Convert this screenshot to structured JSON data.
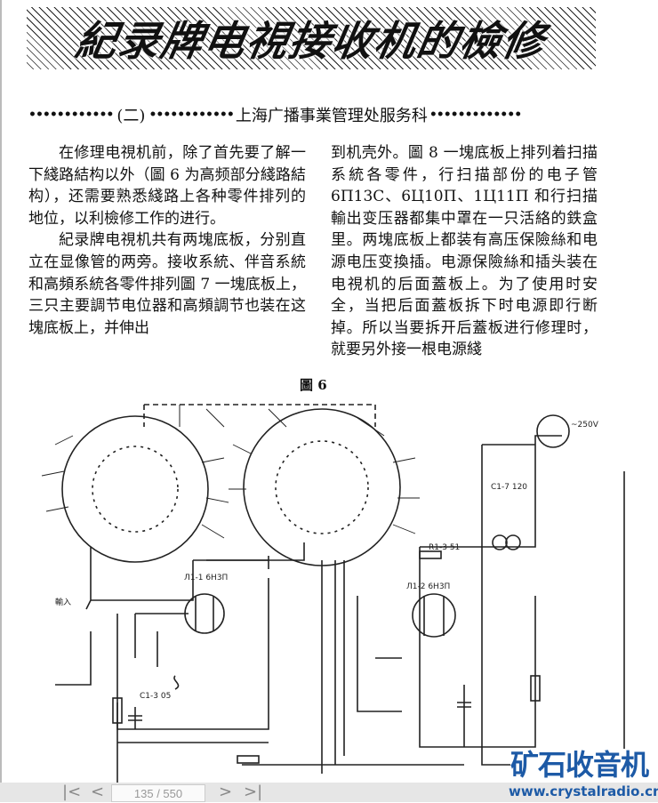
{
  "article": {
    "title": "紀录牌电視接收机的檢修",
    "part": "(二)",
    "author": "上海广播事業管理处服务科",
    "left_column": [
      "在修理电視机前，除了首先要了解一下綫路結构以外（圖 6 为高频部分綫路結构），还需要熟悉綫路上各种零件排列的地位，以利檢修工作的进行。",
      "紀录牌电視机共有两塊底板，分别直立在显像管的两旁。接收系統、伴音系統和高頻系統各零件排列圖 7 一塊底板上，三只主要調节电位器和高頻調节也装在这塊底板上，并伸出"
    ],
    "right_column": [
      "到机壳外。圖 8 一塊底板上排列着扫描系統各零件，行扫描部份的电子管 6П13С、6Ц10П、1Ц11П 和行扫描輸出变压器都集中罩在一只活絡的鉄盒里。两塊底板上都装有高压保險絲和电源电压变換插。电源保險絲和插头装在电視机的后面蓋板上。为了使用时安全，当把后面蓋板拆下时电源即行断掉。所以当要拆开后蓋板进行修理时，就要另外接一根电源綫"
    ],
    "figure_label": "圖 6",
    "figure_labels": {
      "in": "輸入",
      "tube1": "Л1-1 6Н3П",
      "tube2": "Л1-2 6Н3П",
      "hv": "~250V",
      "c1": "C1-3 05",
      "c2": "C1-7 120",
      "r1": "R1-3 51"
    }
  },
  "viewer": {
    "first_icon": "first-page-icon",
    "prev_icon": "prev-page-icon",
    "page_indicator": "135 / 550",
    "next_icon": "next-page-icon",
    "last_icon": "last-page-icon"
  },
  "watermark": {
    "logo_text": "矿石收音机",
    "url": "www.crystalradio.cn",
    "color": "#1d5aa6"
  }
}
